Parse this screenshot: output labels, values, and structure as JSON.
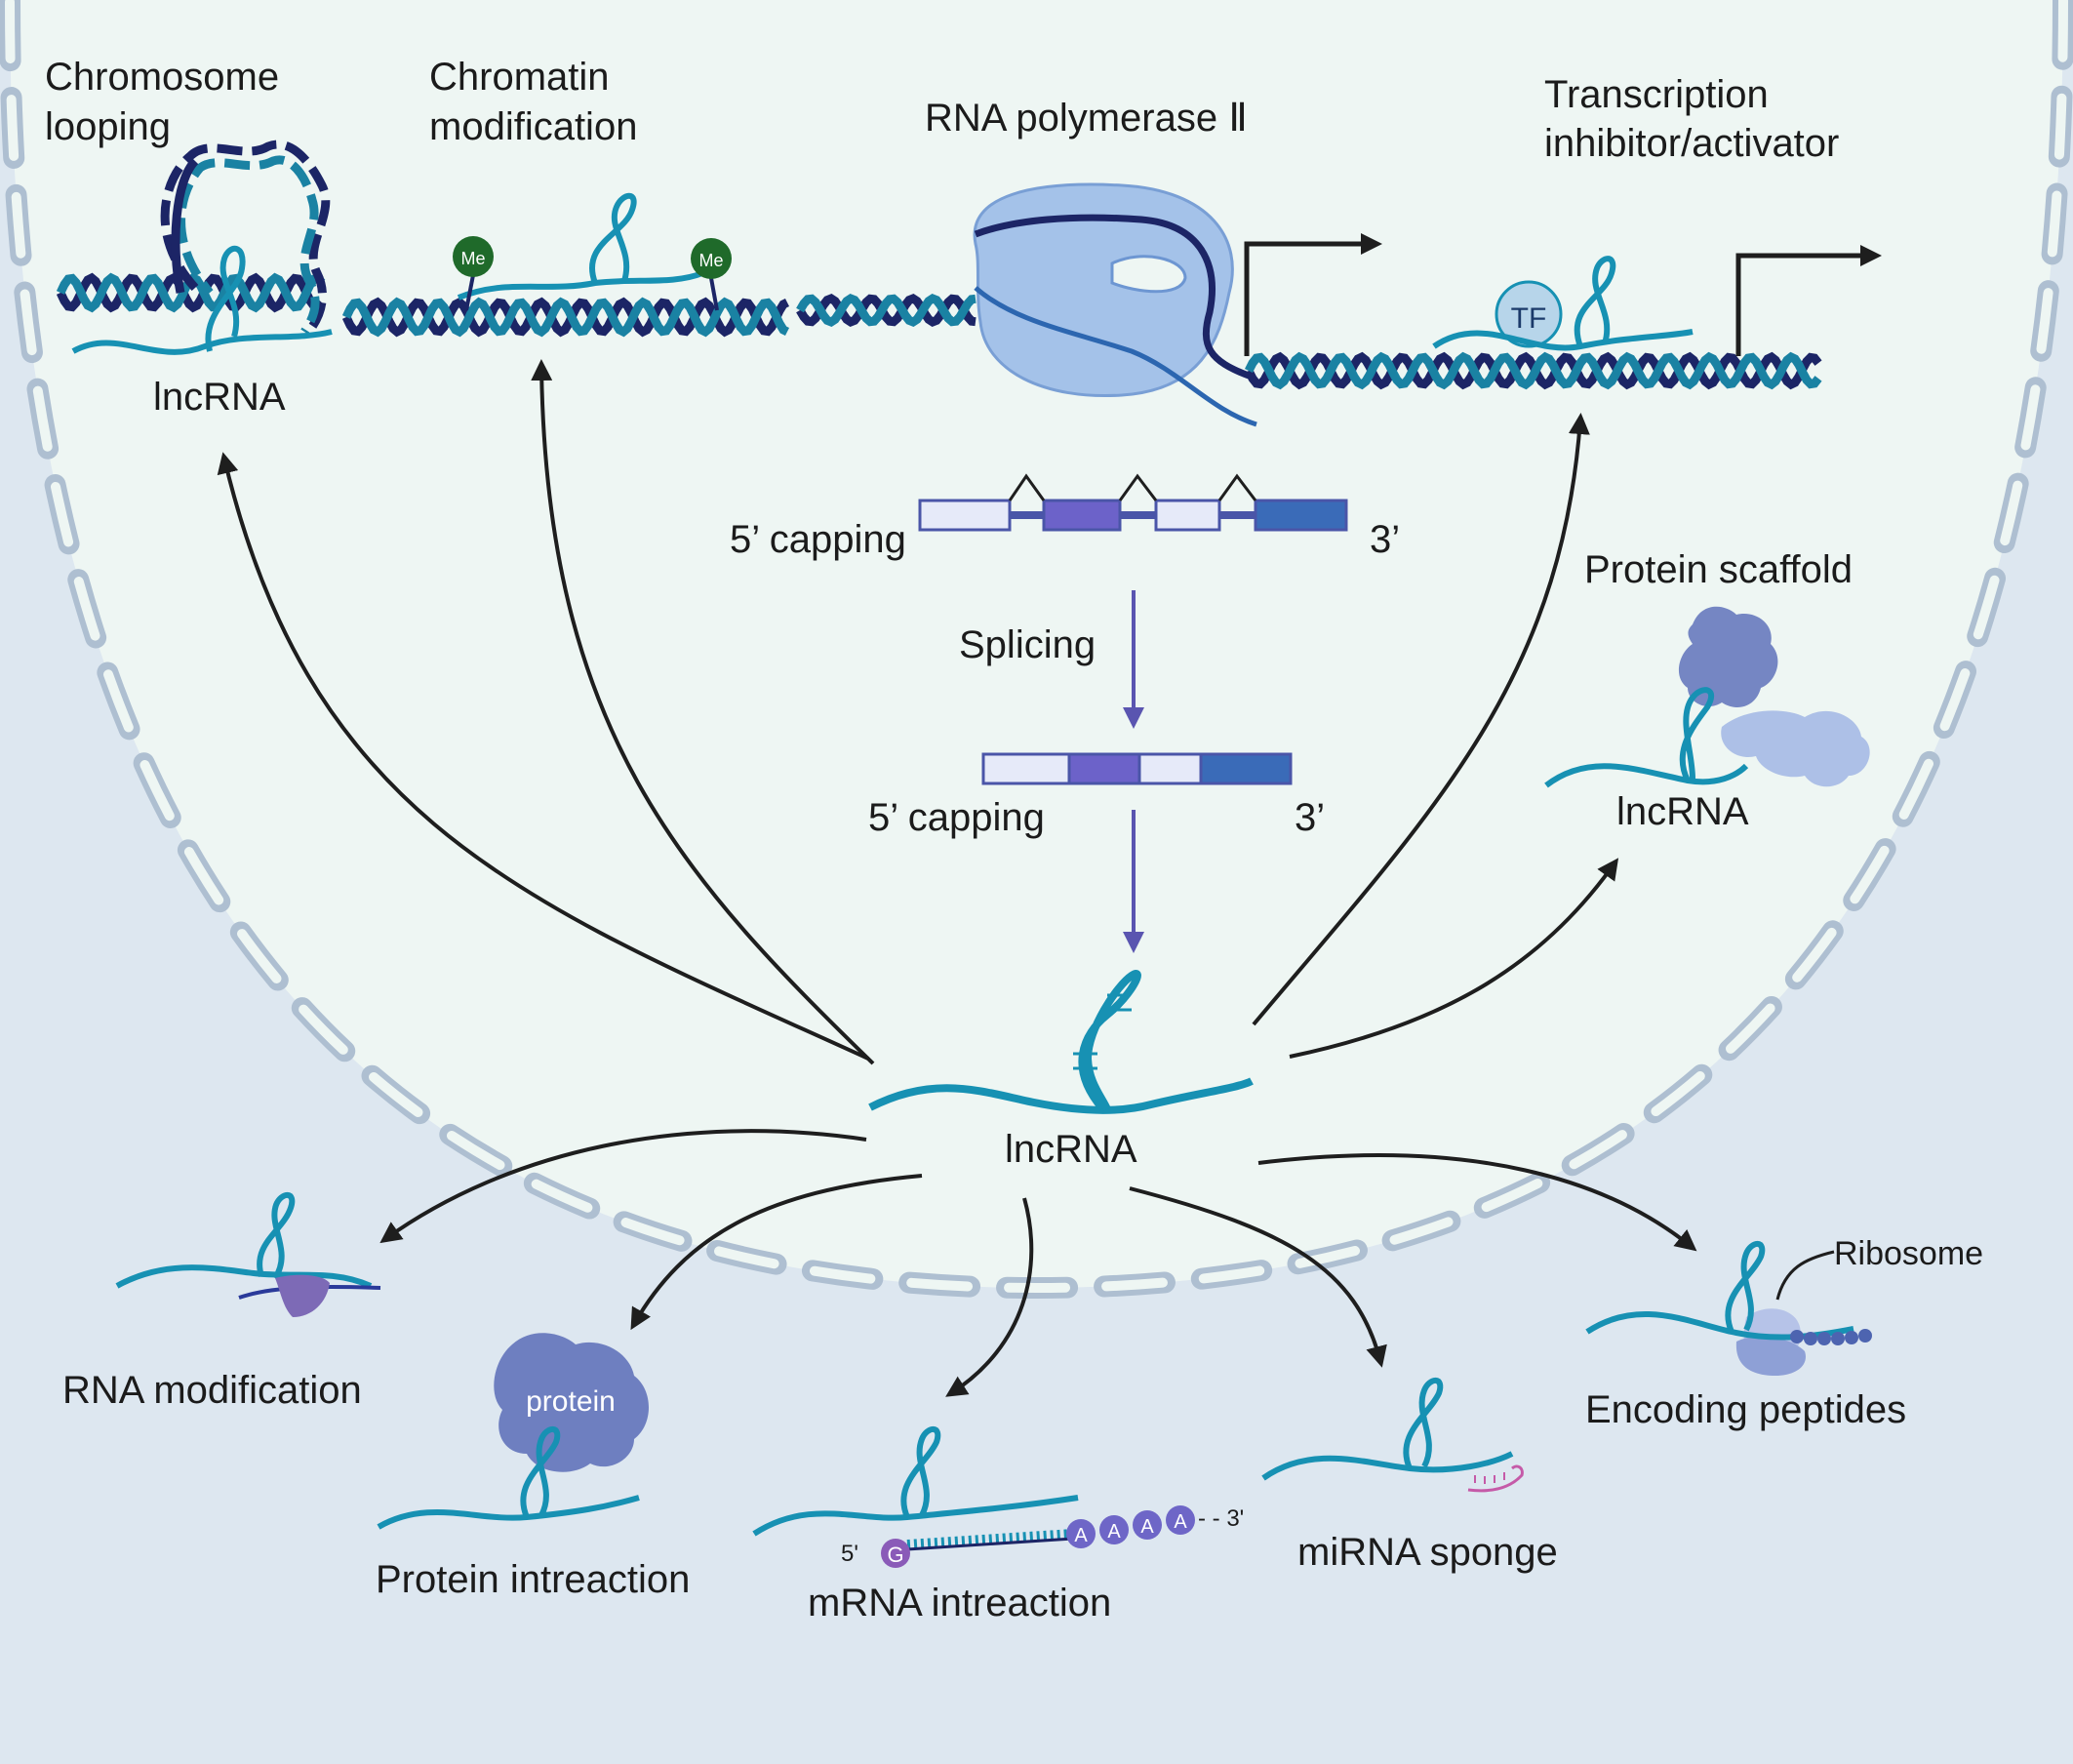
{
  "labels": {
    "chromosome_looping": [
      "Chromosome",
      "looping"
    ],
    "chromatin_modification": [
      "Chromatin",
      "modification"
    ],
    "rna_polymerase": "RNA polymerase  Ⅱ",
    "transcription": [
      "Transcription",
      "inhibitor/activator"
    ],
    "lncrna_top_left": "lncRNA",
    "capping_top": "5’ capping",
    "three_prime_top": "3’",
    "splicing": "Splicing",
    "capping_mid": "5’ capping",
    "three_prime_mid": "3’",
    "protein_scaffold": "Protein scaffold",
    "lncrna_scaffold": "lncRNA",
    "lncrna_center": "lncRNA",
    "rna_modification": "RNA modification",
    "protein_interaction": "Protein intreaction",
    "protein_blob": "protein",
    "mrna_interaction": "mRNA intreaction",
    "mirna_sponge": "miRNA sponge",
    "ribosome": "Ribosome",
    "encoding_peptides": "Encoding peptides",
    "tf": "TF",
    "me1": "Me",
    "me2": "Me",
    "five_prime_small": "5'",
    "three_prime_small": "- - 3'",
    "g_cap": "G",
    "polya": [
      "A",
      "A",
      "A",
      "A"
    ]
  },
  "colors": {
    "background": "#dde7f0",
    "nucleus": "#eef6f3",
    "envelope": "#aebfd1",
    "dna_dark": "#1c2566",
    "dna_teal": "#1a82a3",
    "lncrna": "#1791b3",
    "arrow": "#1e1e1e",
    "exon_purple": "#6c62c9",
    "exon_blue": "#3a6bb8",
    "exon_light": "#e6eaf9",
    "polymerase": "#9dbde8",
    "methyl": "#1f6a2a",
    "protein": "#7284c4",
    "polya": "#6e66c7",
    "gcap": "#8a5bb8",
    "mirna": "#c55aa8"
  }
}
